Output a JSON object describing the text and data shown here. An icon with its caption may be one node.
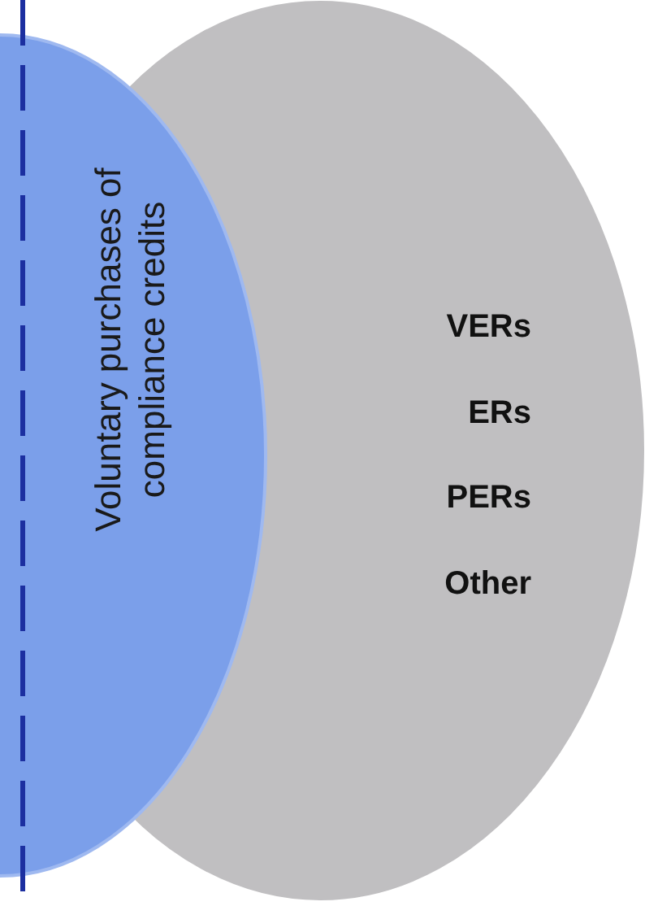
{
  "diagram": {
    "nodes": [
      {
        "text": [
          "Voluntary purchases of compliance credits"
        ]
      },
      {
        "text": [
          "VERs",
          "ERs",
          "PERs",
          "Other"
        ]
      }
    ]
  }
}
